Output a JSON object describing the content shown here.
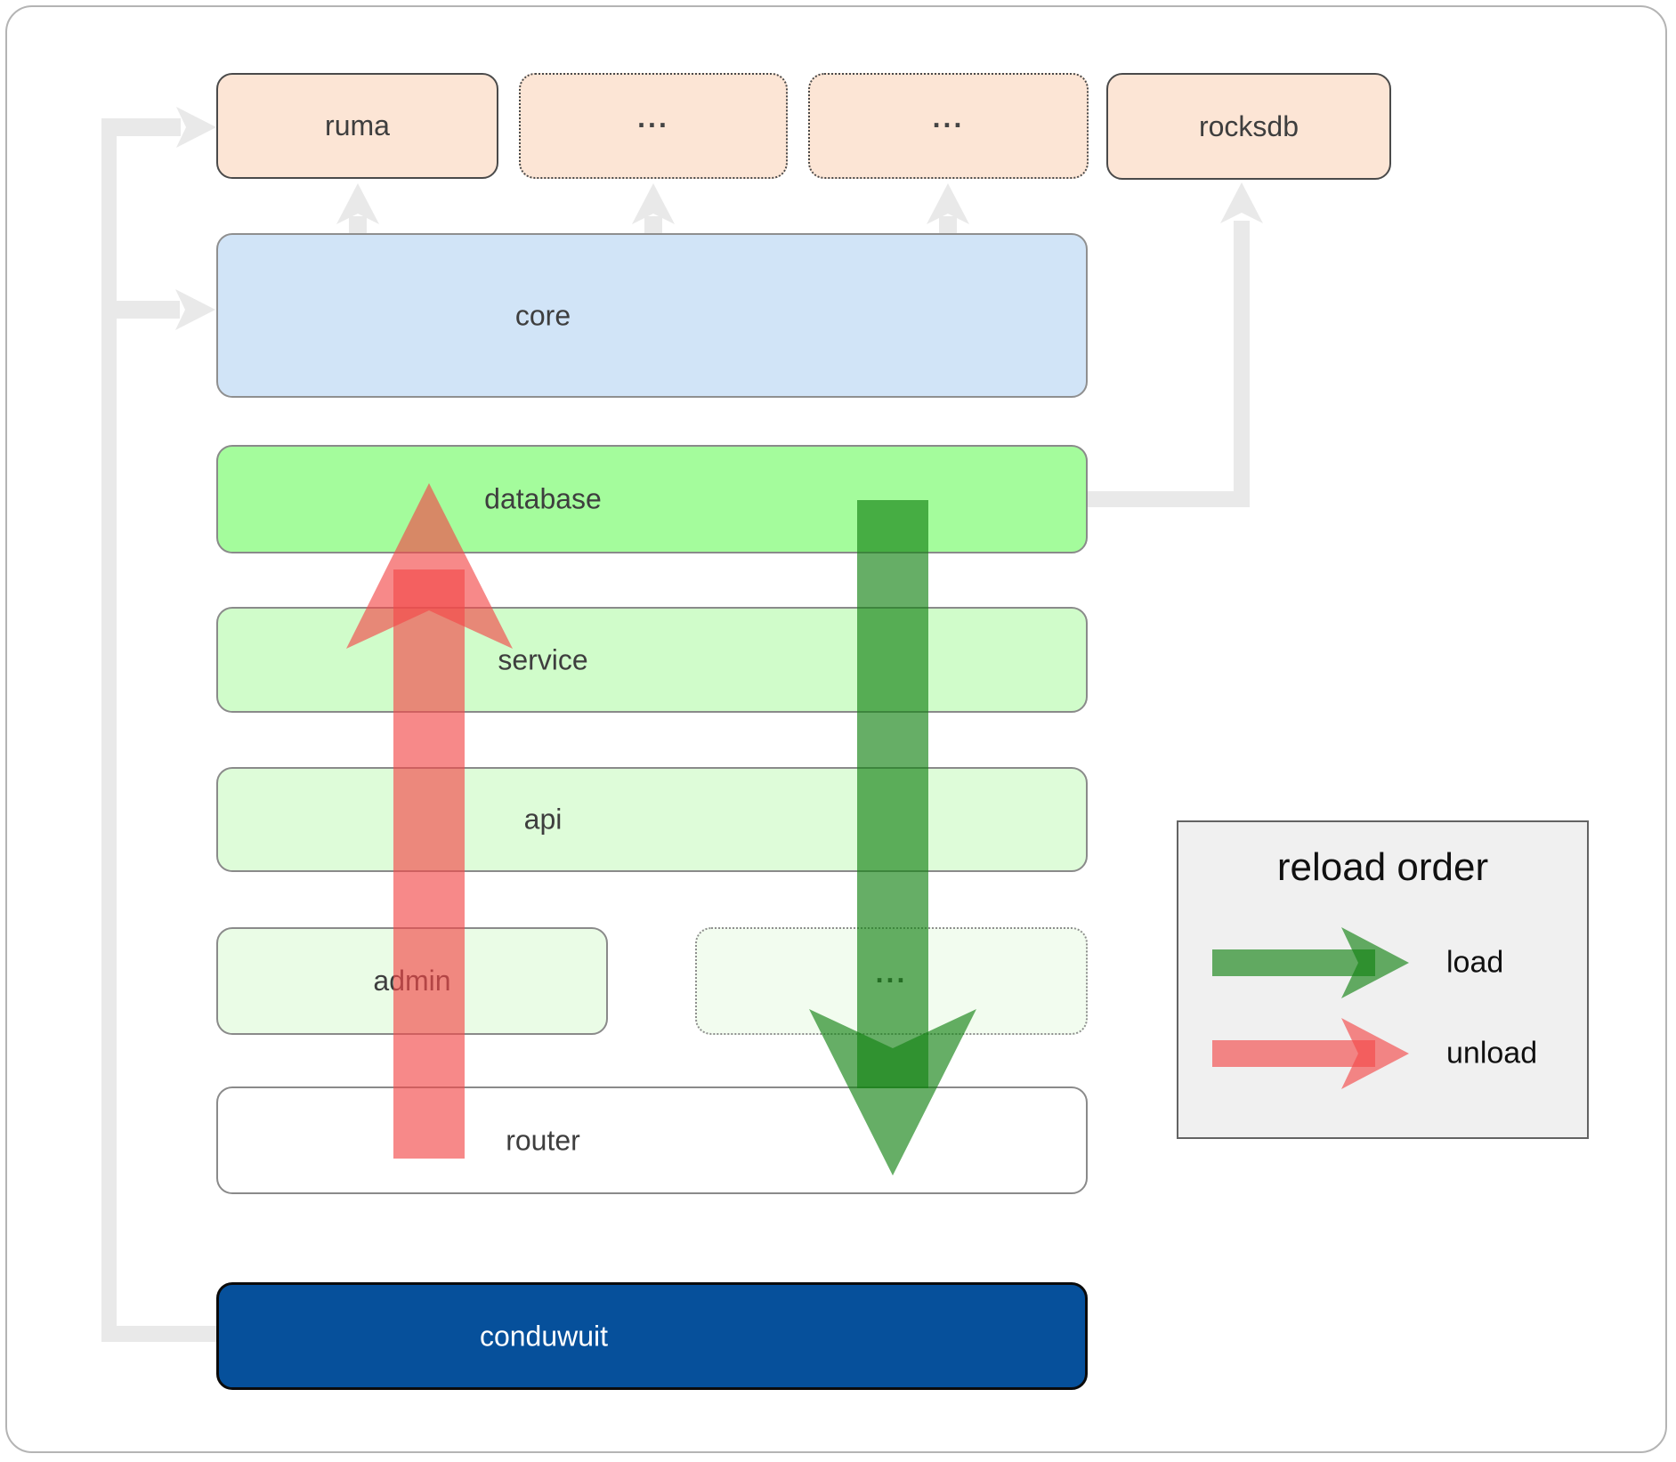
{
  "boxes": {
    "ruma": {
      "label": "ruma"
    },
    "ellipsis_top_1": {
      "label": "..."
    },
    "ellipsis_top_2": {
      "label": "..."
    },
    "rocksdb": {
      "label": "rocksdb"
    },
    "core": {
      "label": "core"
    },
    "database": {
      "label": "database"
    },
    "service": {
      "label": "service"
    },
    "api": {
      "label": "api"
    },
    "admin": {
      "label": "admin"
    },
    "ellipsis_modules": {
      "label": "..."
    },
    "router": {
      "label": "router"
    },
    "conduwuit": {
      "label": "conduwuit"
    }
  },
  "legend": {
    "title": "reload order",
    "items": [
      {
        "label": "load",
        "color": "#148214"
      },
      {
        "label": "unload",
        "color": "#f34a4a"
      }
    ]
  },
  "colors": {
    "load_arrow_green": "#148214",
    "unload_arrow_red": "#f34a4a",
    "dependency_fill": "#fce5d5",
    "core_fill": "#d1e4f7",
    "database_fill": "#a4fc9c",
    "service_fill": "#d0fcca",
    "api_fill": "#defcd9",
    "admin_fill": "#eafce6",
    "module_fill": "#f2fcef",
    "router_fill": "#ffffff",
    "conduwuit_fill": "#06509b",
    "connector_gray": "#e9e9e9",
    "legend_fill": "#f0f0f0"
  }
}
